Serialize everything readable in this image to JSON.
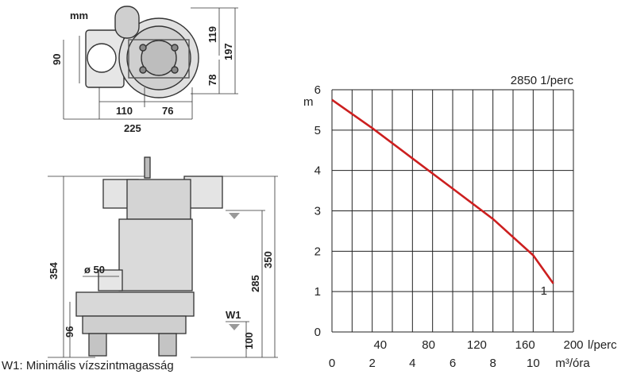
{
  "drawing": {
    "unit_label": "mm",
    "top_view": {
      "d90": "90",
      "d119": "119",
      "d78": "78",
      "d197": "197",
      "d110": "110",
      "d76": "76",
      "d225": "225"
    },
    "side_view": {
      "d354": "354",
      "d350": "350",
      "d285": "285",
      "d96": "96",
      "d100": "100",
      "outlet": "ø 50",
      "w1": "W1"
    }
  },
  "footnote": "W1: Minimális vízszintmagasság",
  "chart_data": {
    "type": "line",
    "title": "2850 1/perc",
    "ylabel": "m",
    "ylim": [
      0,
      6
    ],
    "yticks": [
      "0",
      "1",
      "2",
      "3",
      "4",
      "5",
      "6"
    ],
    "x_lpm_label": "l/perc",
    "x_lpm_ticks": [
      "40",
      "80",
      "120",
      "160",
      "200"
    ],
    "xlabel": "m³/óra",
    "xlim": [
      0,
      12
    ],
    "xticks": [
      "0",
      "2",
      "4",
      "6",
      "8",
      "10"
    ],
    "grid": true,
    "series": [
      {
        "name": "1",
        "color": "#cc1f1f",
        "x": [
          0,
          2,
          4,
          6,
          8,
          10,
          11
        ],
        "y": [
          5.75,
          5.05,
          4.3,
          3.55,
          2.8,
          1.9,
          1.2
        ]
      }
    ]
  }
}
